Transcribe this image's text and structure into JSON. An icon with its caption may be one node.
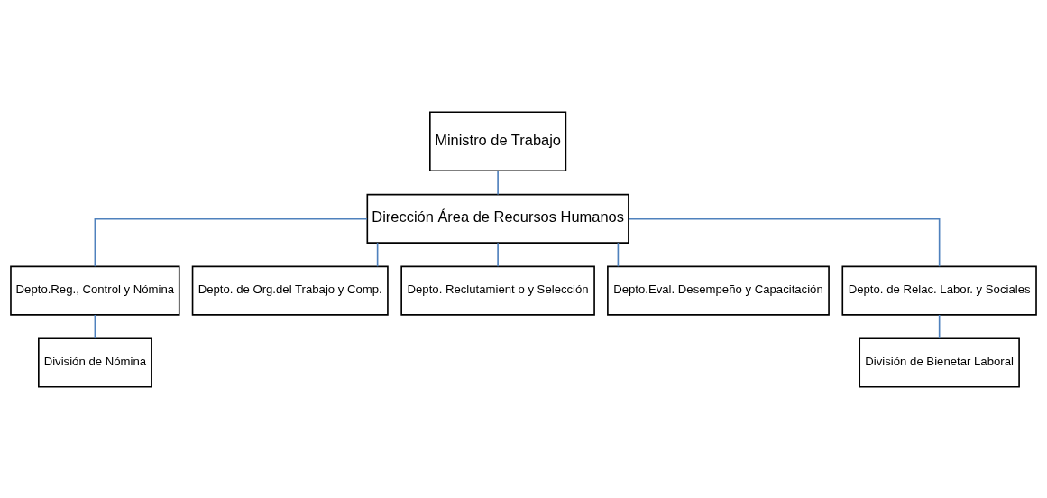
{
  "diagram": {
    "nodes": [
      {
        "text": [
          "Ministro de Trabajo"
        ]
      },
      {
        "text": [
          "Dirección Área de Recursos Humanos"
        ]
      },
      {
        "text": [
          "Depto.Reg., Control y Nómina"
        ]
      },
      {
        "text": [
          "Depto. de Org.del Trabajo y Comp."
        ]
      },
      {
        "text": [
          "Depto. Reclutamient o y Selección"
        ]
      },
      {
        "text": [
          "Depto.Eval. Desempeño y Capacitación"
        ]
      },
      {
        "text": [
          "Depto. de Relac. Labor. y Sociales"
        ]
      },
      {
        "text": [
          "División de Nómina"
        ]
      },
      {
        "text": [
          "División de Bienetar Laboral"
        ]
      }
    ],
    "edges": [
      {
        "from": 0,
        "to": 1,
        "arrow": "none"
      },
      {
        "from": 1,
        "to": 2,
        "arrow": "none"
      },
      {
        "from": 1,
        "to": 3,
        "arrow": "none"
      },
      {
        "from": 1,
        "to": 4,
        "arrow": "none"
      },
      {
        "from": 1,
        "to": 5,
        "arrow": "none"
      },
      {
        "from": 1,
        "to": 6,
        "arrow": "none"
      },
      {
        "from": 2,
        "to": 7,
        "arrow": "none"
      },
      {
        "from": 6,
        "to": 8,
        "arrow": "none"
      }
    ]
  }
}
